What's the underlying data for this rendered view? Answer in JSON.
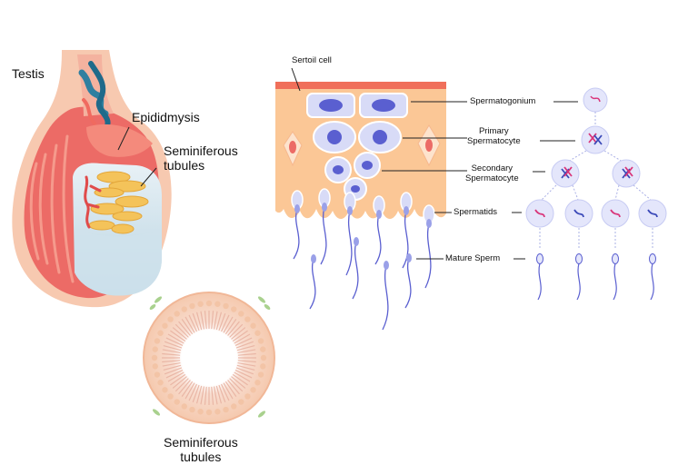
{
  "labels": {
    "testis": "Testis",
    "epididymis": "Epididmysis",
    "seminiferous_line1": "Seminiferous",
    "seminiferous_line2": "tubules",
    "bottom_seminiferous_line1": "Seminiferous",
    "bottom_seminiferous_line2": "tubules",
    "sertoli_cell": "Sertoil cell",
    "spermatogonium": "Spermatogonium",
    "primary_line1": "Primary",
    "primary_line2": "Spermatocyte",
    "secondary_line1": "Secondary",
    "secondary_line2": "Spermatocyte",
    "spermatids": "Spermatids",
    "mature_sperm": "Mature Sperm"
  },
  "colors": {
    "skin": "#f6c3a8",
    "tissue_red": "#ec6b66",
    "tubule_yellow": "#f4c35a",
    "vessel_blue": "#2f7fa0",
    "sertoli_orange": "#fbc796",
    "sertoli_top": "#f06f5a",
    "cell_lavender": "#d8dbf7",
    "nucleus_purple": "#5a5fd0",
    "chromosome_pink": "#d9357a",
    "chromosome_blue": "#3a49b8"
  }
}
